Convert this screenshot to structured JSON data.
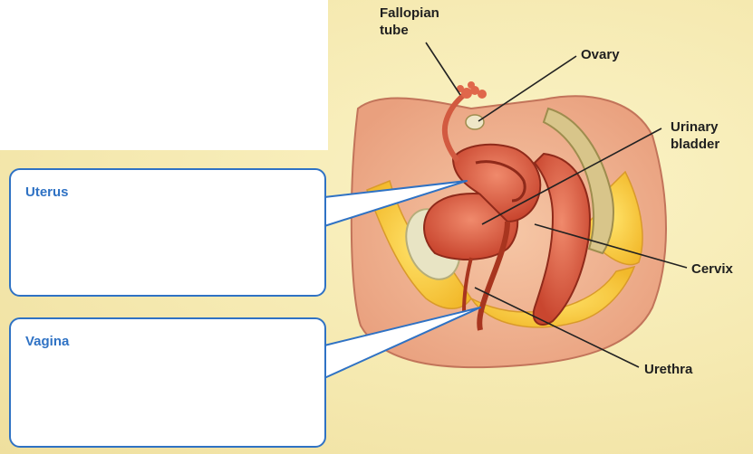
{
  "labels": {
    "fallopian_line1": "Fallopian",
    "fallopian_line2": "tube",
    "ovary": "Ovary",
    "urinary_line1": "Urinary",
    "urinary_line2": "bladder",
    "cervix": "Cervix",
    "urethra": "Urethra"
  },
  "callouts": {
    "uterus": "Uterus",
    "vagina": "Vagina"
  },
  "colors": {
    "callout_border": "#2f72c4",
    "callout_text": "#2f72c4",
    "background": "#f7eebc",
    "label_text": "#1f1f1f"
  }
}
